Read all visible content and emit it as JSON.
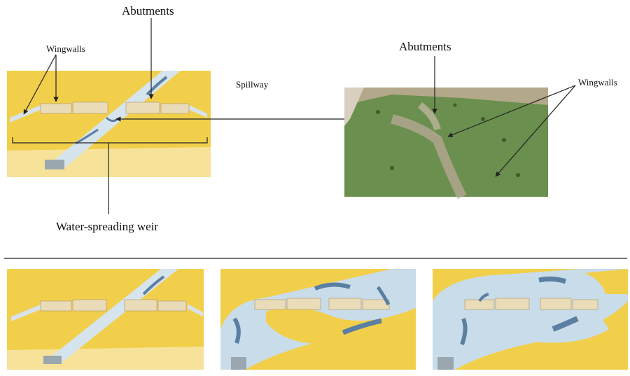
{
  "labels": {
    "abutments_left": "Abutments",
    "wingwalls_left": "Wingwalls",
    "spillway": "Spillway",
    "weir": "Water-spreading  weir",
    "abutments_right": "Abutments",
    "wingwalls_right": "Wingwalls"
  },
  "colors": {
    "land": "#f2cf4a",
    "land_light": "#f7e29a",
    "water": "#c9dcea",
    "water_dark": "#5b7fa3",
    "wall": "#eadcb8",
    "photo_green": "#6b8f4e"
  }
}
